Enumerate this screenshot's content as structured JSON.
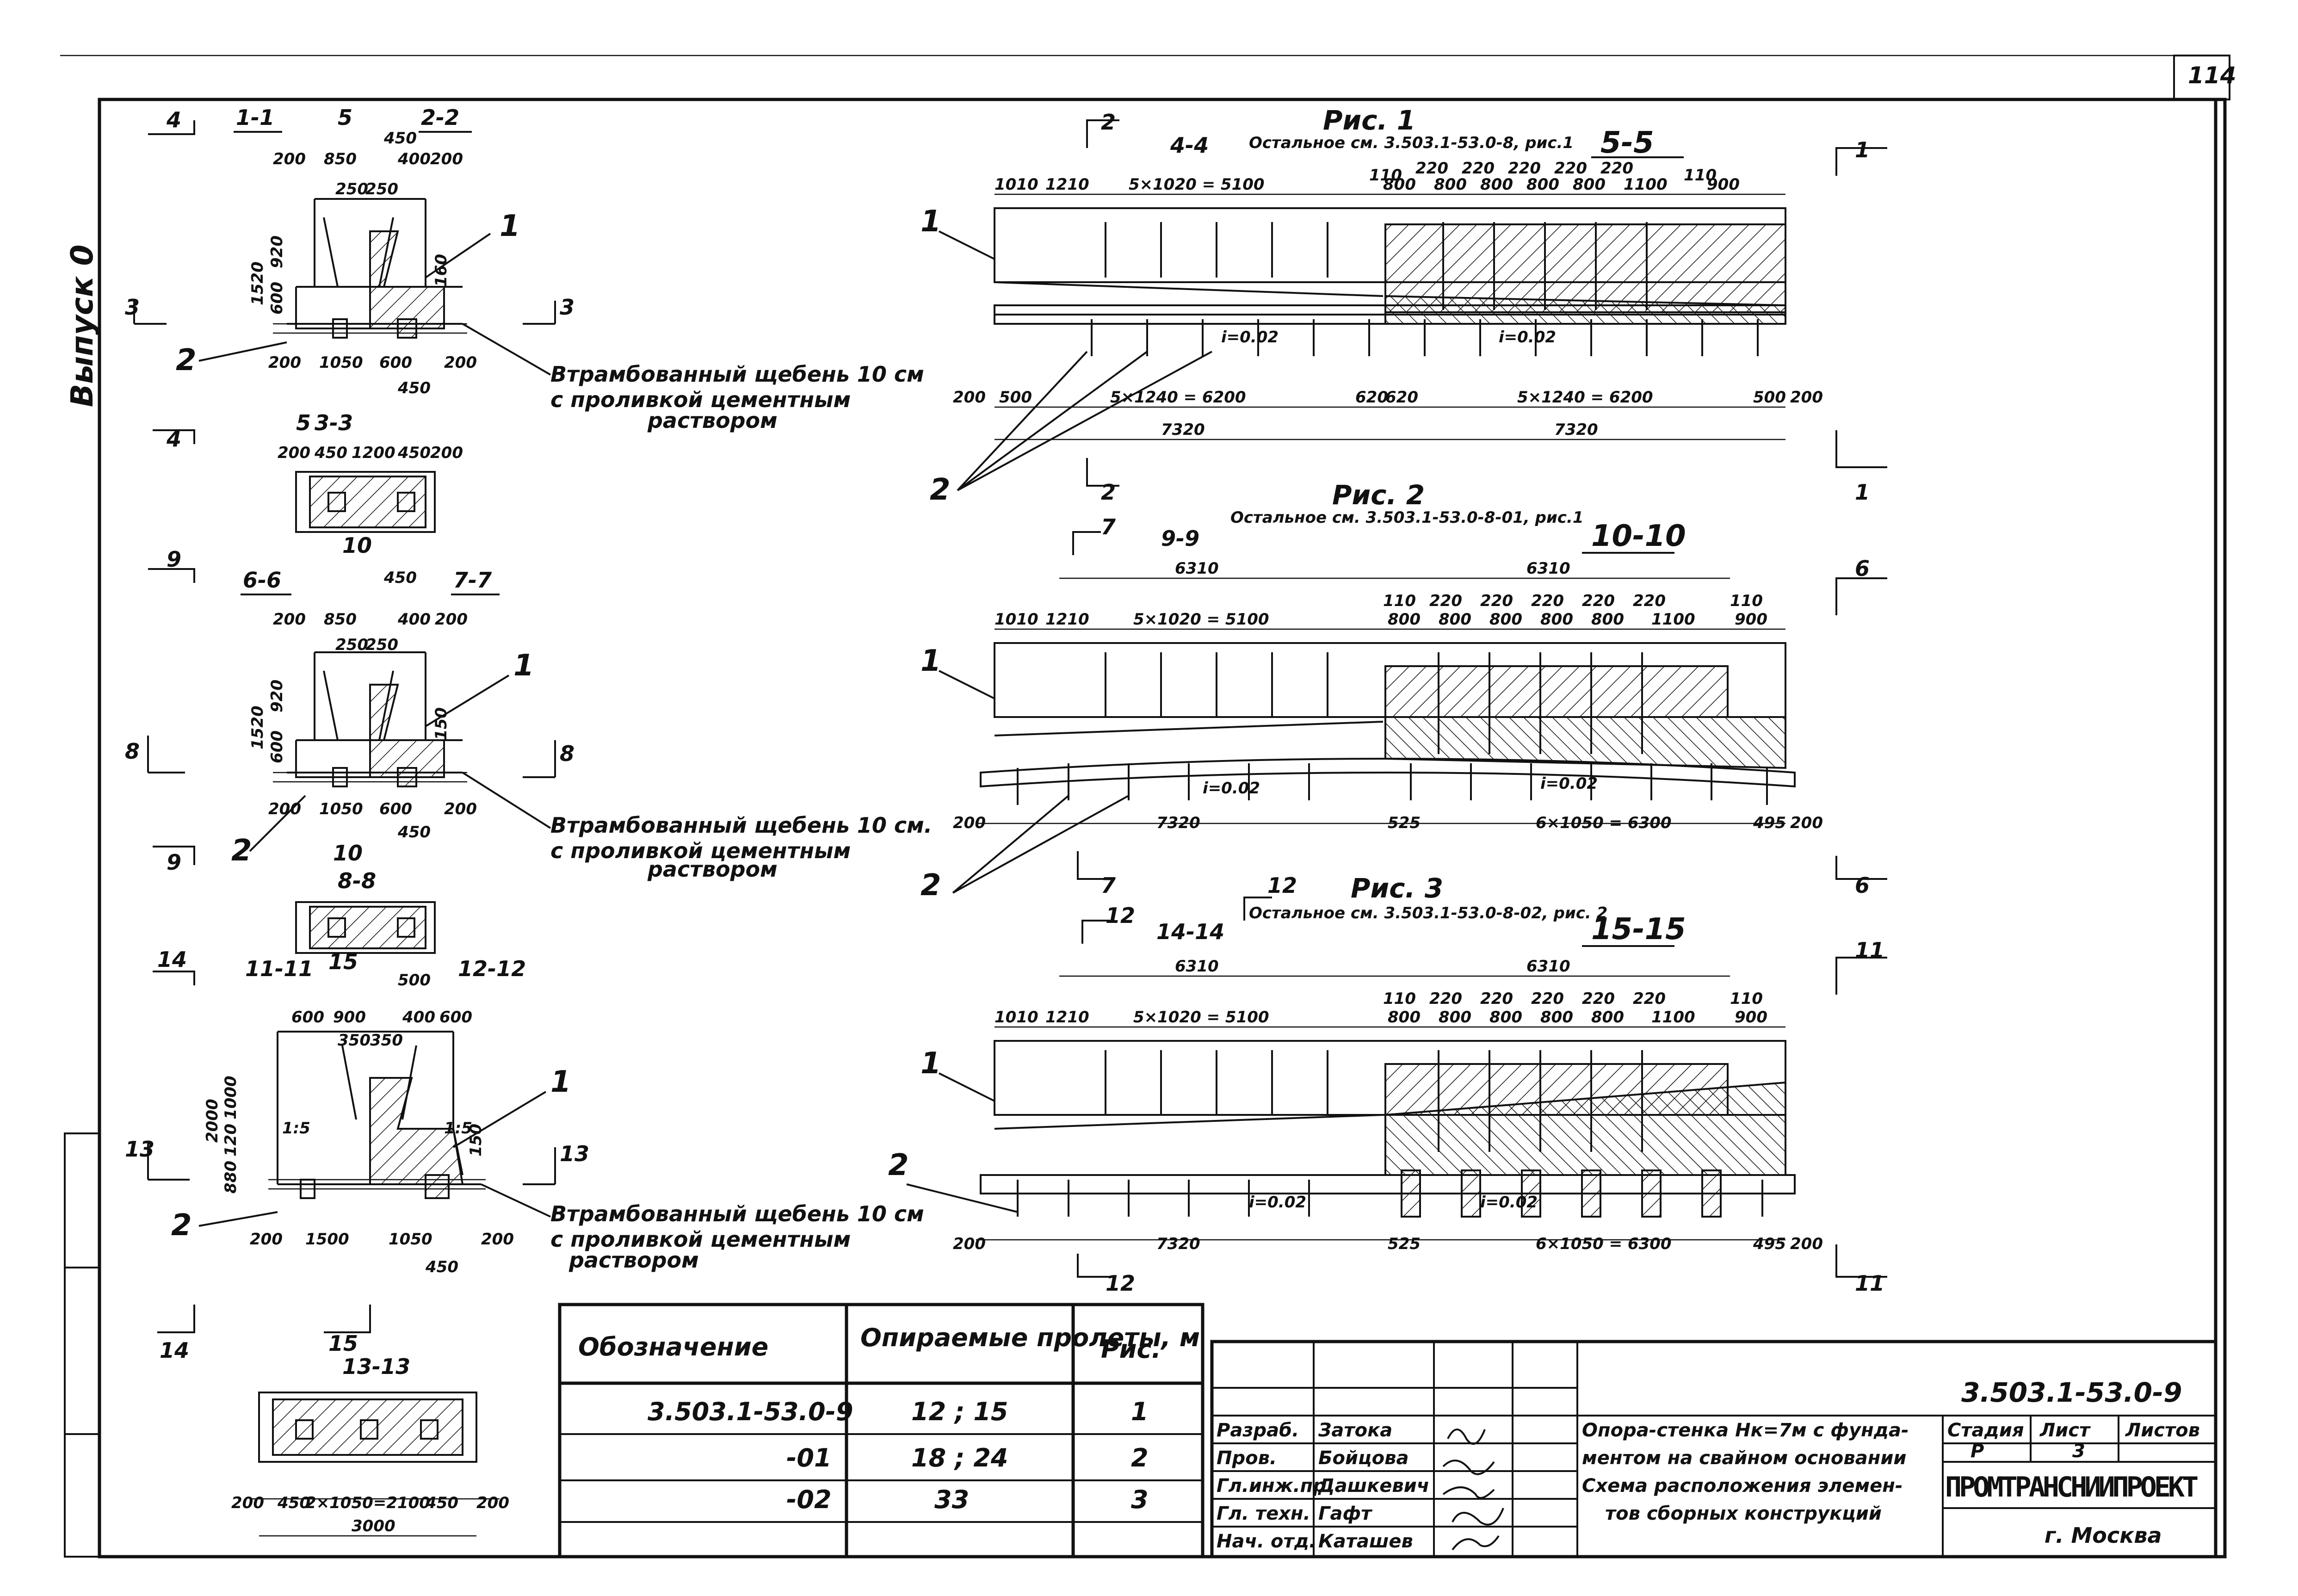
{
  "sheet": {
    "page_number": "114",
    "series": "Выпуск 0",
    "code": "3.503.1-53.0-9"
  },
  "figures": [
    {
      "title": "Рис. 1",
      "note": "Остальное см. 3.503.1-53.0-8, рис.1",
      "sections": [
        "4-4",
        "5-5"
      ],
      "markers": [
        "2",
        "1"
      ],
      "dims_top": [
        "1010",
        "1210",
        "5×1020 = 5100",
        "110",
        "800",
        "220",
        "800",
        "220",
        "800",
        "220",
        "800",
        "220",
        "800",
        "220",
        "1100",
        "110",
        "900"
      ],
      "dims_bottom": [
        "200",
        "500",
        "5×1240 = 6200",
        "620",
        "620",
        "5×1240 = 6200",
        "500",
        "200"
      ],
      "dims_total": [
        "7320",
        "7320"
      ],
      "slope": "i=0.02",
      "callouts": [
        "1",
        "2"
      ]
    },
    {
      "title": "Рис. 2",
      "note": "Остальное см. 3.503.1-53.0-8-01, рис.1",
      "sections": [
        "9-9",
        "10-10"
      ],
      "markers": [
        "7",
        "6"
      ],
      "dims_span": [
        "6310",
        "6310"
      ],
      "dims_top": [
        "1010",
        "1210",
        "5×1020 = 5100",
        "110",
        "220",
        "220",
        "220",
        "220",
        "220",
        "110",
        "800",
        "800",
        "800",
        "800",
        "800",
        "1100",
        "900"
      ],
      "dims_bottom": [
        "200",
        "7320",
        "525",
        "6×1050 = 6300",
        "495",
        "200"
      ],
      "slope": "i=0.02",
      "callouts": [
        "1",
        "2"
      ]
    },
    {
      "title": "Рис. 3",
      "note": "Остальное см. 3.503.1-53.0-8-02, рис. 2",
      "sections": [
        "14-14",
        "15-15"
      ],
      "markers": [
        "12",
        "11"
      ],
      "dims_span": [
        "6310",
        "6310"
      ],
      "dims_top": [
        "1010",
        "1210",
        "5×1020 = 5100",
        "110",
        "220",
        "220",
        "220",
        "220",
        "220",
        "110",
        "800",
        "800",
        "800",
        "800",
        "800",
        "1100",
        "900"
      ],
      "dims_bottom": [
        "200",
        "7320",
        "525",
        "6×1050 = 6300",
        "495",
        "200"
      ],
      "slope": "i=0.02",
      "callouts": [
        "1",
        "2"
      ]
    }
  ],
  "sections": [
    {
      "labels": [
        "1-1",
        "2-2"
      ],
      "cut_marks": [
        "4",
        "5",
        "3",
        "3",
        "4"
      ],
      "plan_label": "3-3",
      "plan_marks": [
        "5",
        "10"
      ],
      "dims_top": [
        "200",
        "850",
        "450",
        "400",
        "200"
      ],
      "dims_inner": [
        "250",
        "250"
      ],
      "dims_left": [
        "1520",
        "920",
        "600"
      ],
      "dim_right": "160",
      "dims_bottom": [
        "200",
        "1050",
        "600",
        "200",
        "450"
      ],
      "plan_dims": [
        "200",
        "450",
        "1200",
        "450",
        "200"
      ],
      "note": [
        "Втрамбованный щебень 10 см",
        "с проливкой цементным",
        "раствором"
      ],
      "callouts": [
        "1",
        "2"
      ]
    },
    {
      "labels": [
        "6-6",
        "7-7"
      ],
      "cut_marks": [
        "9",
        "8",
        "8",
        "9"
      ],
      "plan_label": "8-8",
      "plan_marks": [
        "10",
        "15"
      ],
      "dims_top": [
        "200",
        "850",
        "450",
        "400",
        "200"
      ],
      "dims_inner": [
        "250",
        "250"
      ],
      "dims_left": [
        "1520",
        "920",
        "600"
      ],
      "dim_right": "150",
      "dims_bottom": [
        "200",
        "1050",
        "600",
        "200",
        "450"
      ],
      "note": [
        "Втрамбованный щебень 10 см.",
        "с проливкой цементным",
        "раствором"
      ],
      "callouts": [
        "1",
        "2"
      ]
    },
    {
      "labels": [
        "11-11",
        "12-12"
      ],
      "cut_marks": [
        "14",
        "13",
        "13",
        "14"
      ],
      "plan_label": "13-13",
      "plan_marks": [
        "15"
      ],
      "dims_top": [
        "600",
        "900",
        "500",
        "400",
        "600"
      ],
      "dims_inner": [
        "350",
        "350"
      ],
      "dims_left": [
        "2000",
        "1000",
        "120",
        "880"
      ],
      "dim_right": "150",
      "slopes": [
        "1:5",
        "1:5"
      ],
      "dims_bottom": [
        "200",
        "1500",
        "1050",
        "200",
        "450"
      ],
      "plan_dims": [
        "200",
        "450",
        "2×1050=2100",
        "450",
        "200"
      ],
      "plan_total": "3000",
      "note": [
        "Втрамбованный щебень 10 см",
        "с проливкой цементным",
        "раствором"
      ],
      "callouts": [
        "1",
        "2"
      ]
    }
  ],
  "spec_table": {
    "headers": [
      "Обозначение",
      "Опираемые пролеты, м",
      "Рис."
    ],
    "rows": [
      {
        "code": "3.503.1-53.0-9",
        "spans": "12 ; 15",
        "fig": "1"
      },
      {
        "code": "-01",
        "spans": "18 ; 24",
        "fig": "2"
      },
      {
        "code": "-02",
        "spans": "33",
        "fig": "3"
      }
    ]
  },
  "title_block": {
    "code": "3.503.1-53.0-9",
    "people": [
      {
        "role": "Разраб.",
        "name": "Затока"
      },
      {
        "role": "Пров.",
        "name": "Бойцова"
      },
      {
        "role": "Гл.инж.пр.",
        "name": "Дашкевич"
      },
      {
        "role": "Гл. техн.",
        "name": "Гафт"
      },
      {
        "role": "Нач. отд.",
        "name": "Каташев"
      }
    ],
    "description": [
      "Опора-стенка Нк=7м с фунда-",
      "ментом на свайном основании",
      "Схема расположения элемен-",
      "тов сборных конструкций"
    ],
    "headers": [
      "Стадия",
      "Лист",
      "Листов"
    ],
    "stage": "Р",
    "sheet": "3",
    "sheets": "",
    "org": "ПРОМТРАНСНИИПРОЕКТ",
    "city": "г. Москва"
  }
}
